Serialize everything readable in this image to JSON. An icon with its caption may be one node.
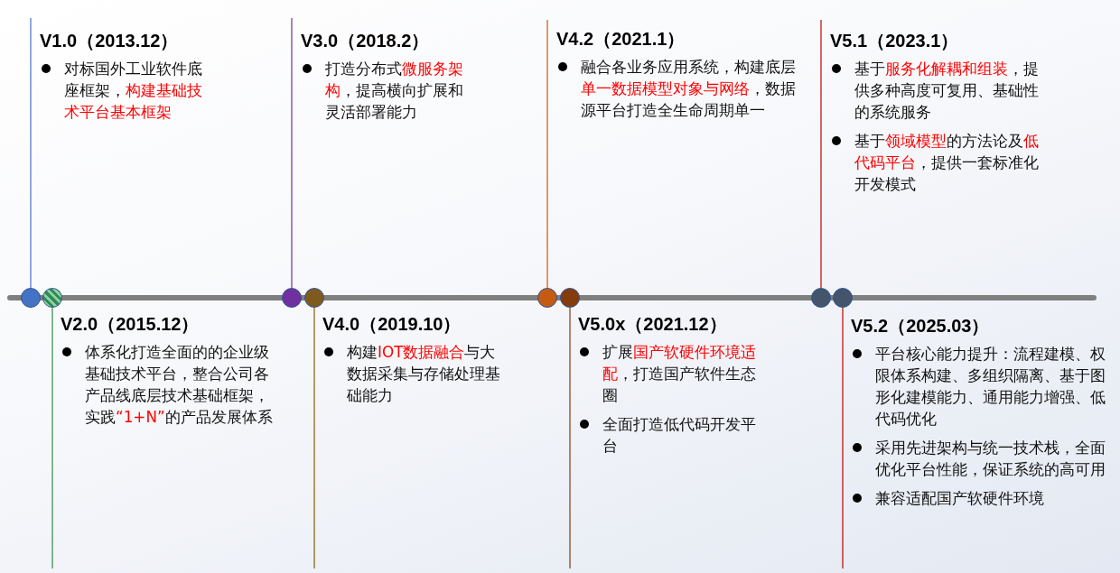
{
  "diagram": {
    "nodes": [
      {
        "text": [
          "V1.0（2013.12）",
          "对标国外工业软件底座框架，**构建基础技术平台基本框架**"
        ]
      },
      {
        "text": [
          "V2.0（2015.12）",
          "体系化打造全面的的企业级基础技术平台，整合公司各产品线底层技术基础框架，实践**“1+N”**的产品发展体系"
        ]
      },
      {
        "text": [
          "V3.0（2018.2）",
          "打造分布式**微服务架构**，提高横向扩展和灵活部署能力"
        ]
      },
      {
        "text": [
          "V4.0（2019.10）",
          "构建**IOT数据融合**与大数据采集与存储处理基础能力"
        ]
      },
      {
        "text": [
          "V4.2（2021.1）",
          "融合各业务应用系统，构建底层**单一数据模型对象与网络**，数据源平台打造全生命周期单一"
        ]
      },
      {
        "text": [
          "V5.0x（2021.12）",
          "扩展**国产软硬件环境适配**，打造国产软件生态圈",
          "全面打造低代码开发平台"
        ]
      },
      {
        "text": [
          "V5.1（2023.1）",
          "基于**服务化解耦和组装**，提供多种高度可复用、基础性的系统服务",
          "基于**领域模型**的方法论及**低代码平台**，提供一套标准化开发模式"
        ]
      },
      {
        "text": [
          "V5.2（2025.03）",
          "平台核心能力提升：流程建模、权限体系构建、多组织隔离、基于图形化建模能力、通用能力增强、低代码优化",
          "采用先进架构与统一技术栈，全面优化平台性能，保证系统的高可用",
          "兼容适配国产软硬件环境"
        ]
      },
      {
        "text": [],
        "shape": "circle"
      },
      {
        "text": [],
        "shape": "circle"
      },
      {
        "text": [],
        "shape": "circle"
      },
      {
        "text": [],
        "shape": "circle"
      },
      {
        "text": [],
        "shape": "circle"
      },
      {
        "text": [],
        "shape": "circle"
      },
      {
        "text": [],
        "shape": "circle"
      },
      {
        "text": [],
        "shape": "circle"
      }
    ],
    "edges": [
      {
        "from": 8,
        "to": 0,
        "arrow": "none",
        "color": "#4472c4"
      },
      {
        "from": 9,
        "to": 1,
        "arrow": "none",
        "color": "#2e8b4a"
      },
      {
        "from": 10,
        "to": 2,
        "arrow": "none",
        "color": "#7030a0"
      },
      {
        "from": 11,
        "to": 3,
        "arrow": "none",
        "color": "#7f6000"
      },
      {
        "from": 12,
        "to": 4,
        "arrow": "none",
        "color": "#c55a11"
      },
      {
        "from": 13,
        "to": 5,
        "arrow": "none",
        "color": "#843c0c"
      },
      {
        "from": 14,
        "to": 6,
        "arrow": "none",
        "color": "#c00000"
      },
      {
        "from": 15,
        "to": 7,
        "arrow": "none",
        "color": "#c00000"
      }
    ]
  }
}
